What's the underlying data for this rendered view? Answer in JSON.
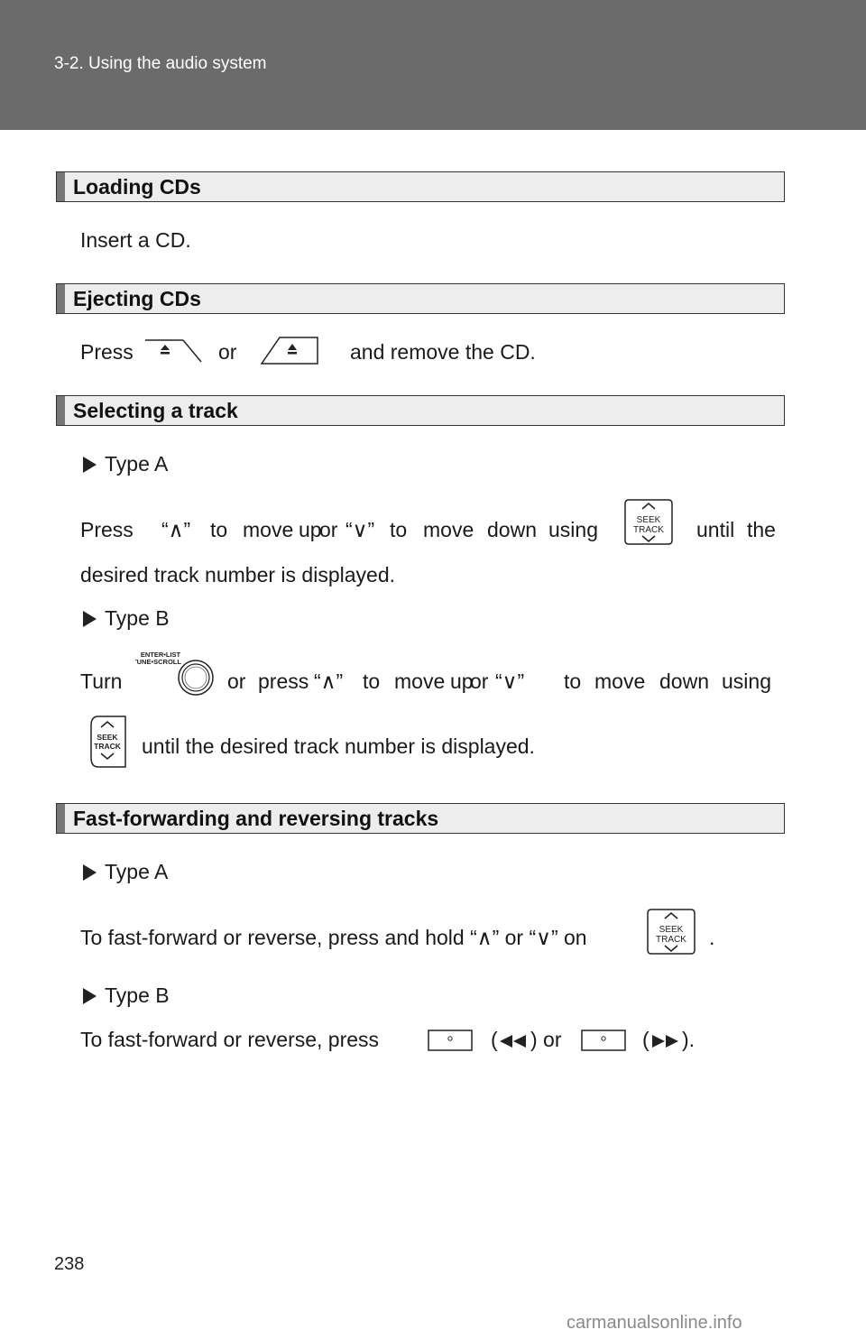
{
  "header": {
    "breadcrumb": "3-2. Using the audio system"
  },
  "sections": {
    "loading": {
      "title": "Loading CDs",
      "text": "Insert a CD."
    },
    "ejecting": {
      "title": "Ejecting CDs",
      "text_press": "Press",
      "text_or": "or",
      "text_end": "and remove the CD."
    },
    "selecting": {
      "title": "Selecting a track",
      "type_a": "Type A",
      "a_w1": "Press",
      "a_w2": "“∧”",
      "a_w3": "to",
      "a_w4": "move",
      "a_w5": "up",
      "a_w6": "or",
      "a_w7": "“∨”",
      "a_w8": "to",
      "a_w9": "move",
      "a_w10": "down",
      "a_w11": "using",
      "a_w12": "until",
      "a_w13": "the",
      "a_line2": "desired track number is displayed.",
      "type_b": "Type B",
      "b_w1": "Turn",
      "b_w2": "or",
      "b_w3": "press",
      "b_w4": "“∧”",
      "b_w5": "to",
      "b_w6": "move",
      "b_w7": "up",
      "b_w8": "or",
      "b_w9": "“∨”",
      "b_w10": "to",
      "b_w11": "move",
      "b_w12": "down",
      "b_w13": "using",
      "b_line2": "until the desired track number is displayed.",
      "knob_label_1": "ENTER•LIST",
      "knob_label_2": "TUNE•SCROLL"
    },
    "fast": {
      "title": "Fast-forwarding and reversing tracks",
      "type_a": "Type A",
      "a_text_1": "To fast-forward or reverse, press and hold “∧” or “∨” on",
      "a_text_end": ".",
      "type_b": "Type B",
      "b_text_1": "To fast-forward or reverse, press",
      "b_open1": "(",
      "b_close1": ") or",
      "b_open2": "(",
      "b_close2": ")."
    }
  },
  "buttons": {
    "seek_line1": "SEEK",
    "seek_line2": "TRACK"
  },
  "page": {
    "number": "238"
  },
  "footer": {
    "watermark": "carmanualsonline.info"
  }
}
